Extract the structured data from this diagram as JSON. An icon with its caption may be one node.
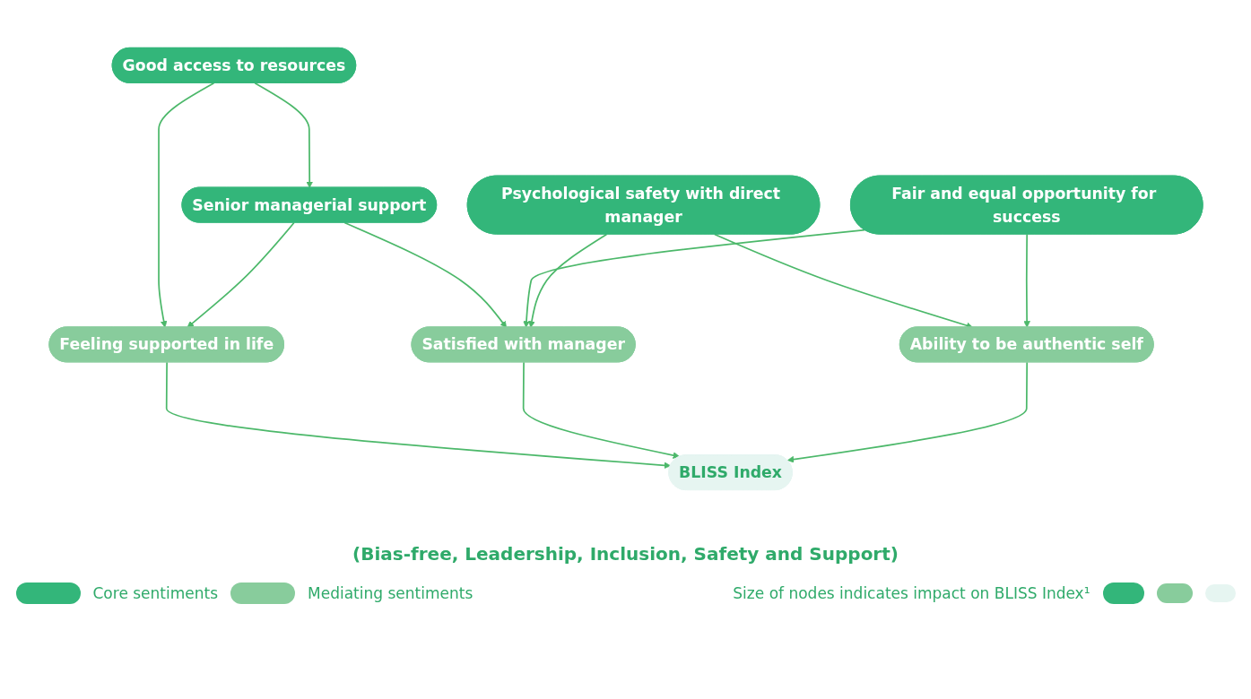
{
  "diagram": {
    "nodes": [
      {
        "text": [
          "Good access to resources"
        ]
      },
      {
        "text": [
          "Senior managerial support"
        ]
      },
      {
        "text": [
          "Psychological safety with direct manager"
        ]
      },
      {
        "text": [
          "Fair and equal opportunity for success"
        ]
      },
      {
        "text": [
          "Feeling supported in life"
        ]
      },
      {
        "text": [
          "Satisfied with manager"
        ]
      },
      {
        "text": [
          "Ability to be authentic self"
        ]
      },
      {
        "text": [
          "BLISS Index"
        ]
      }
    ],
    "edges": [
      {
        "from": 0,
        "to": 1,
        "arrow": "to"
      },
      {
        "from": 0,
        "to": 4,
        "arrow": "to"
      },
      {
        "from": 1,
        "to": 4,
        "arrow": "to"
      },
      {
        "from": 1,
        "to": 5,
        "arrow": "to"
      },
      {
        "from": 3,
        "to": 5,
        "arrow": "to"
      },
      {
        "from": 2,
        "to": 5,
        "arrow": "to"
      },
      {
        "from": 2,
        "to": 6,
        "arrow": "to"
      },
      {
        "from": 3,
        "to": 6,
        "arrow": "to"
      },
      {
        "from": 4,
        "to": 7,
        "arrow": "to"
      },
      {
        "from": 5,
        "to": 7,
        "arrow": "to"
      },
      {
        "from": 6,
        "to": 7,
        "arrow": "to"
      }
    ],
    "labels": [
      "(Bias-free, Leadership, Inclusion, Safety and Support)"
    ],
    "legend": [
      {
        "text": "Core sentiments",
        "color": "#33b67a"
      },
      {
        "text": "Mediating sentiments",
        "color": "#88cc9c"
      },
      {
        "text": "Size of nodes indicates impact on BLISS Index¹"
      }
    ]
  }
}
